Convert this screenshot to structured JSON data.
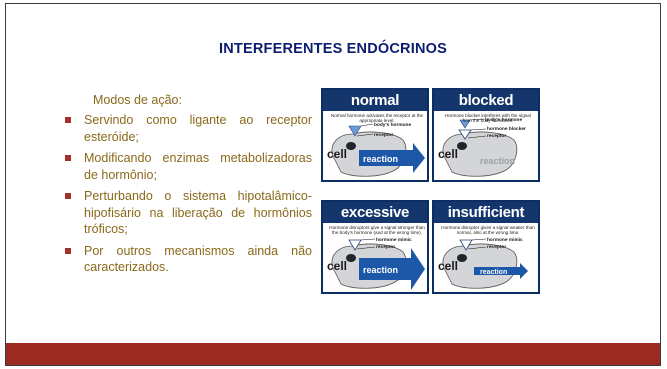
{
  "slide": {
    "title": "INTERFERENTES ENDÓCRINOS",
    "subtitle": "Modos de ação:",
    "bullets": [
      "Servindo como ligante ao receptor esteróide;",
      "Modificando enzimas metabolizadoras de hormônio;",
      "Perturbando o sistema hipotalâmico-hipofisário na liberação de hormônios tróficos;",
      "Por outros mecanismos ainda não caracterizados."
    ]
  },
  "figure": {
    "panels": [
      {
        "title": "normal",
        "desc": "Normal hormone activates the receptor at the appropriate level.",
        "labels": [
          "body's hormone",
          "receptor"
        ],
        "cell": "cell",
        "reaction": "reaction"
      },
      {
        "title": "blocked",
        "desc": "Hormone blocker interferes with the signal from the body hormones.",
        "labels": [
          "body's hormone",
          "hormone blocker",
          "receptor"
        ],
        "cell": "cell",
        "reaction": "reaction"
      },
      {
        "title": "excessive",
        "desc": "Hormone disruptors give a signal stronger than the body's hormone (and at the wrong time).",
        "labels": [
          "hormone mimic",
          "receptor"
        ],
        "cell": "cell",
        "reaction": "reaction"
      },
      {
        "title": "insufficient",
        "desc": "Hormone disrupter gives a signal weaker than normal, also at the wrong time.",
        "labels": [
          "hormone mimic",
          "receptor"
        ],
        "cell": "cell",
        "reaction": "reaction"
      }
    ]
  },
  "colors": {
    "title": "#0b1d70",
    "body_text": "#8a6a1a",
    "bullet": "#a3312b",
    "bottom_bar": "#9c2a22",
    "panel_header": "#14366c",
    "arrow": "#1d57a8"
  }
}
